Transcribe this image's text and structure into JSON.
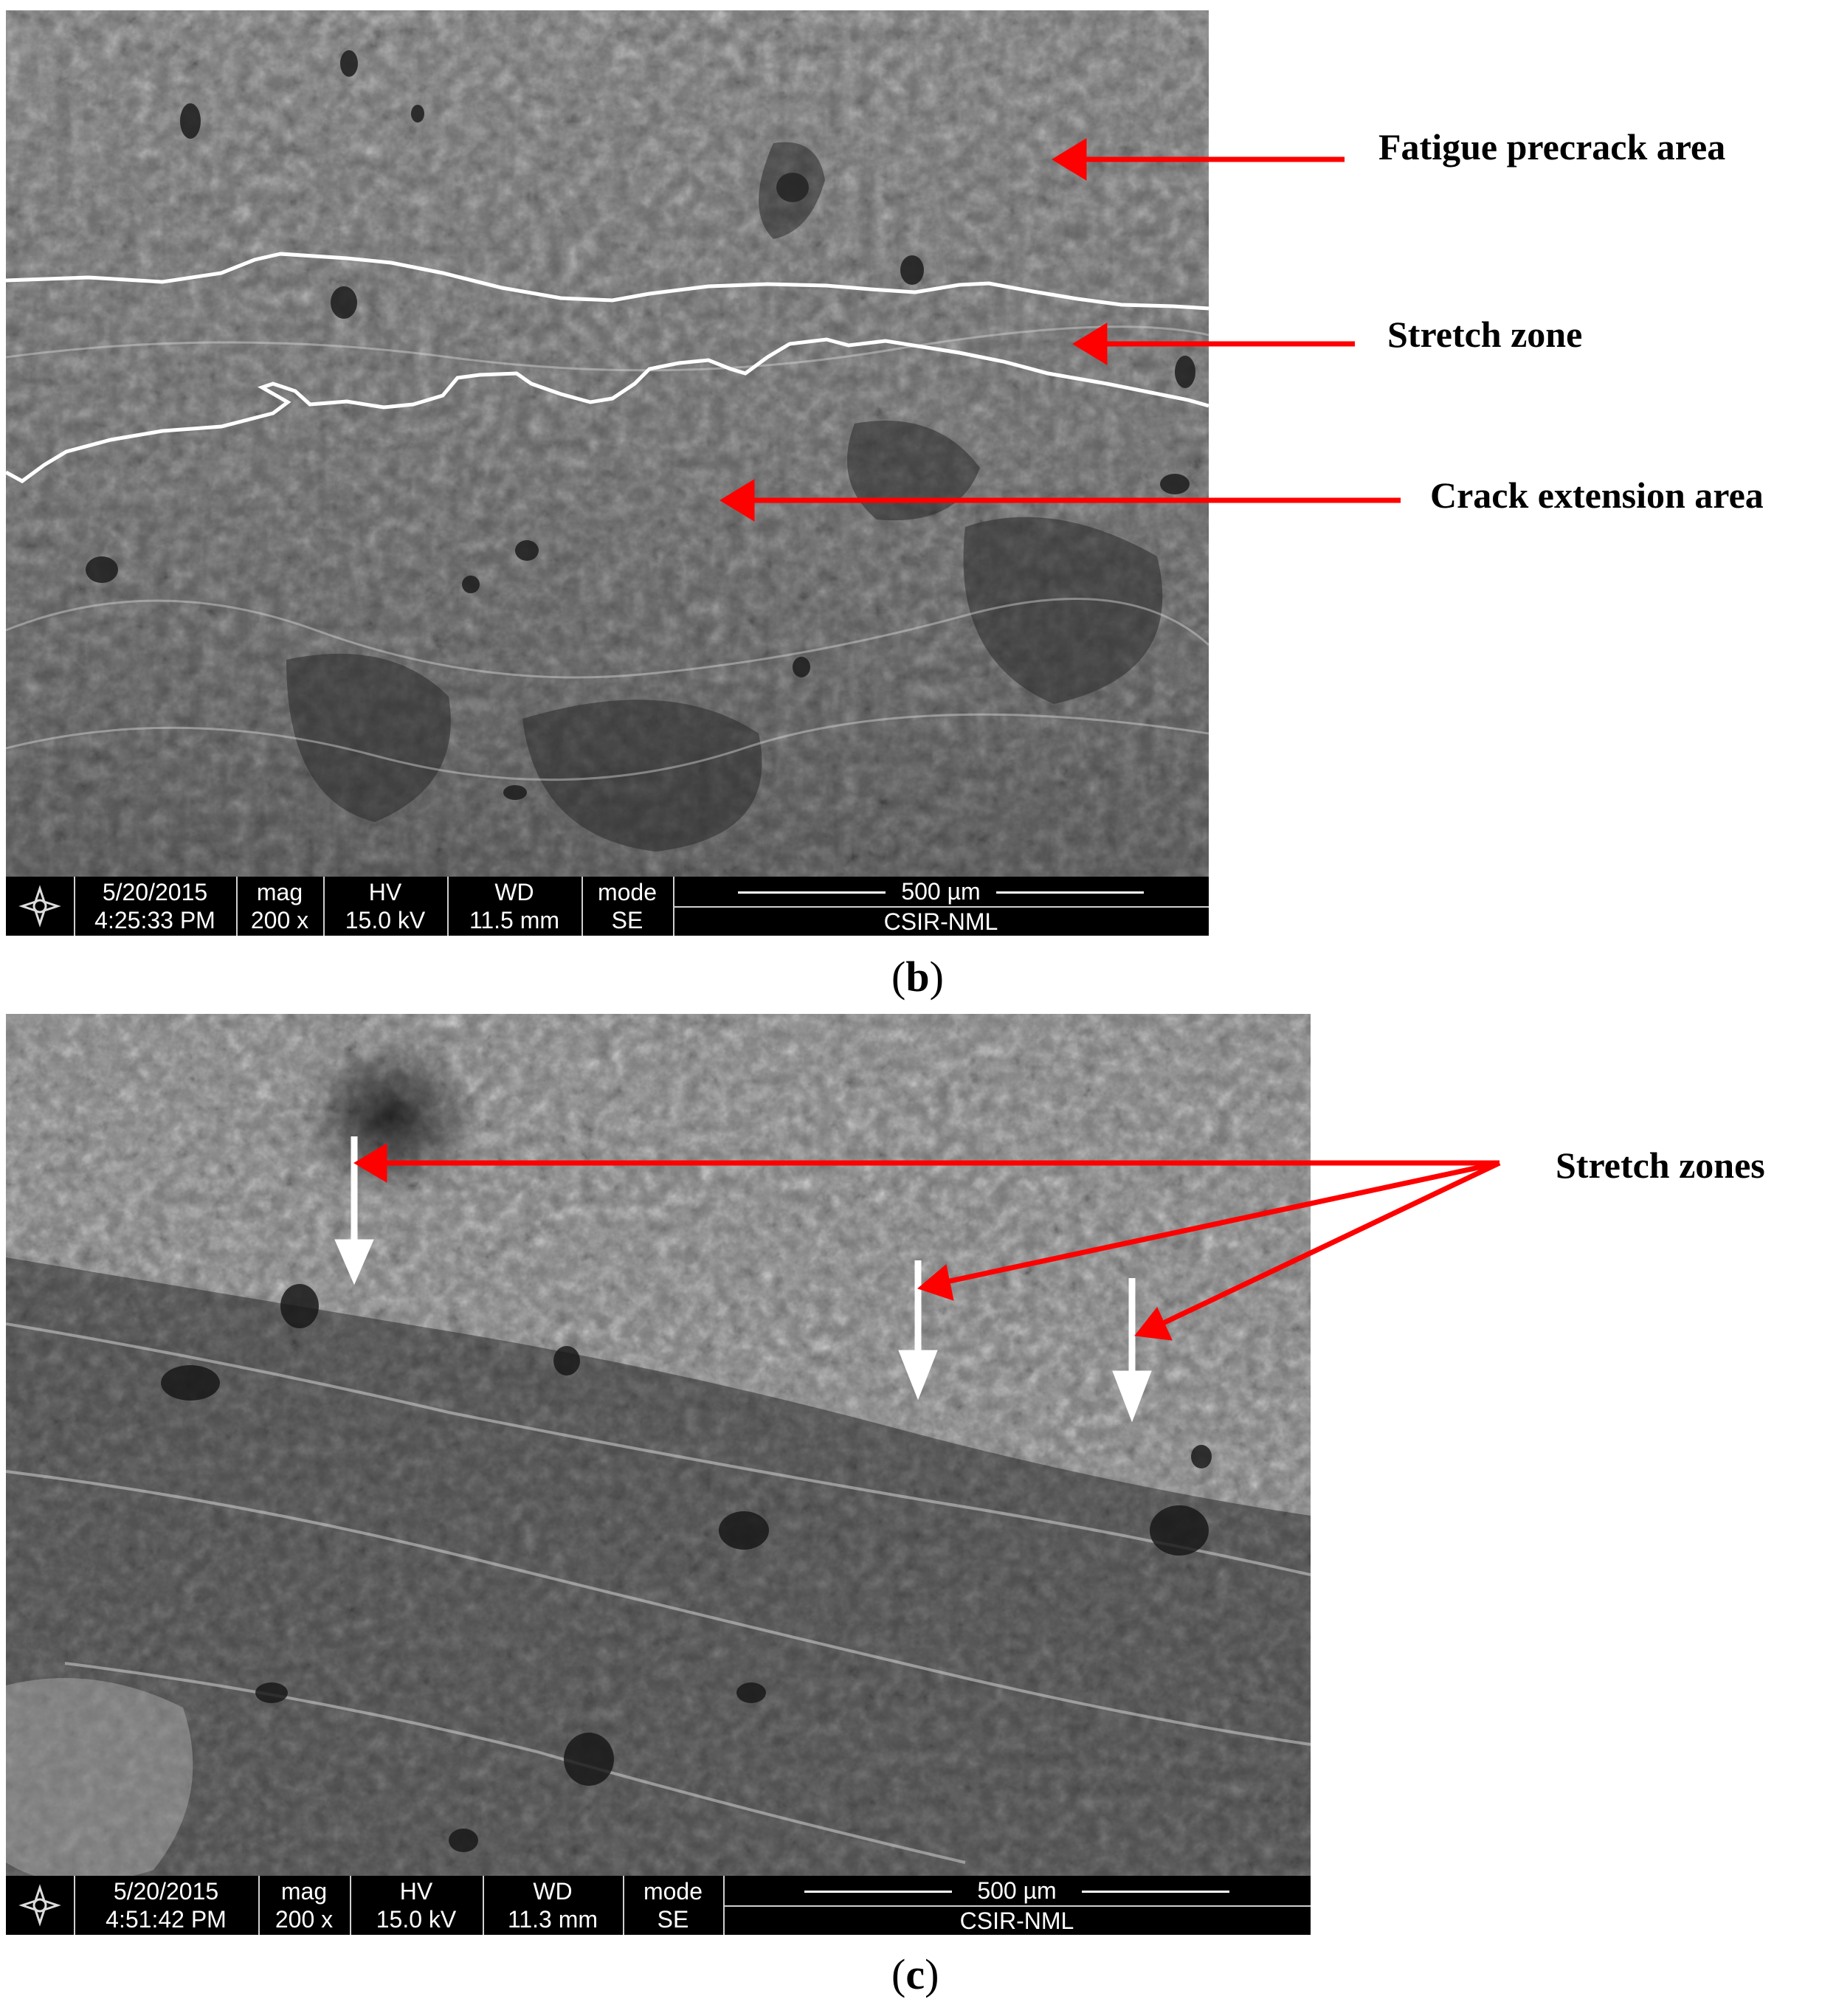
{
  "panel_b": {
    "caption_letter": "b",
    "annotations": {
      "fatigue": "Fatigue precrack area",
      "stretch": "Stretch zone",
      "crack": "Crack extension area"
    },
    "databar": {
      "date": "5/20/2015",
      "time": "4:25:33 PM",
      "mag_label": "mag",
      "mag_value": "200 x",
      "hv_label": "HV",
      "hv_value": "15.0 kV",
      "wd_label": "WD",
      "wd_value": "11.5 mm",
      "mode_label": "mode",
      "mode_value": "SE",
      "scale": "500 µm",
      "lab": "CSIR-NML"
    }
  },
  "panel_c": {
    "caption_letter": "c",
    "annotations": {
      "stretch_zones": "Stretch zones"
    },
    "databar": {
      "date": "5/20/2015",
      "time": "4:51:42 PM",
      "mag_label": "mag",
      "mag_value": "200 x",
      "hv_label": "HV",
      "hv_value": "15.0 kV",
      "wd_label": "WD",
      "wd_value": "11.3 mm",
      "mode_label": "mode",
      "mode_value": "SE",
      "scale": "500 µm",
      "lab": "CSIR-NML"
    }
  },
  "colors": {
    "arrow": "#ff0000",
    "boundary": "#ffffff",
    "databar": "#000000"
  }
}
